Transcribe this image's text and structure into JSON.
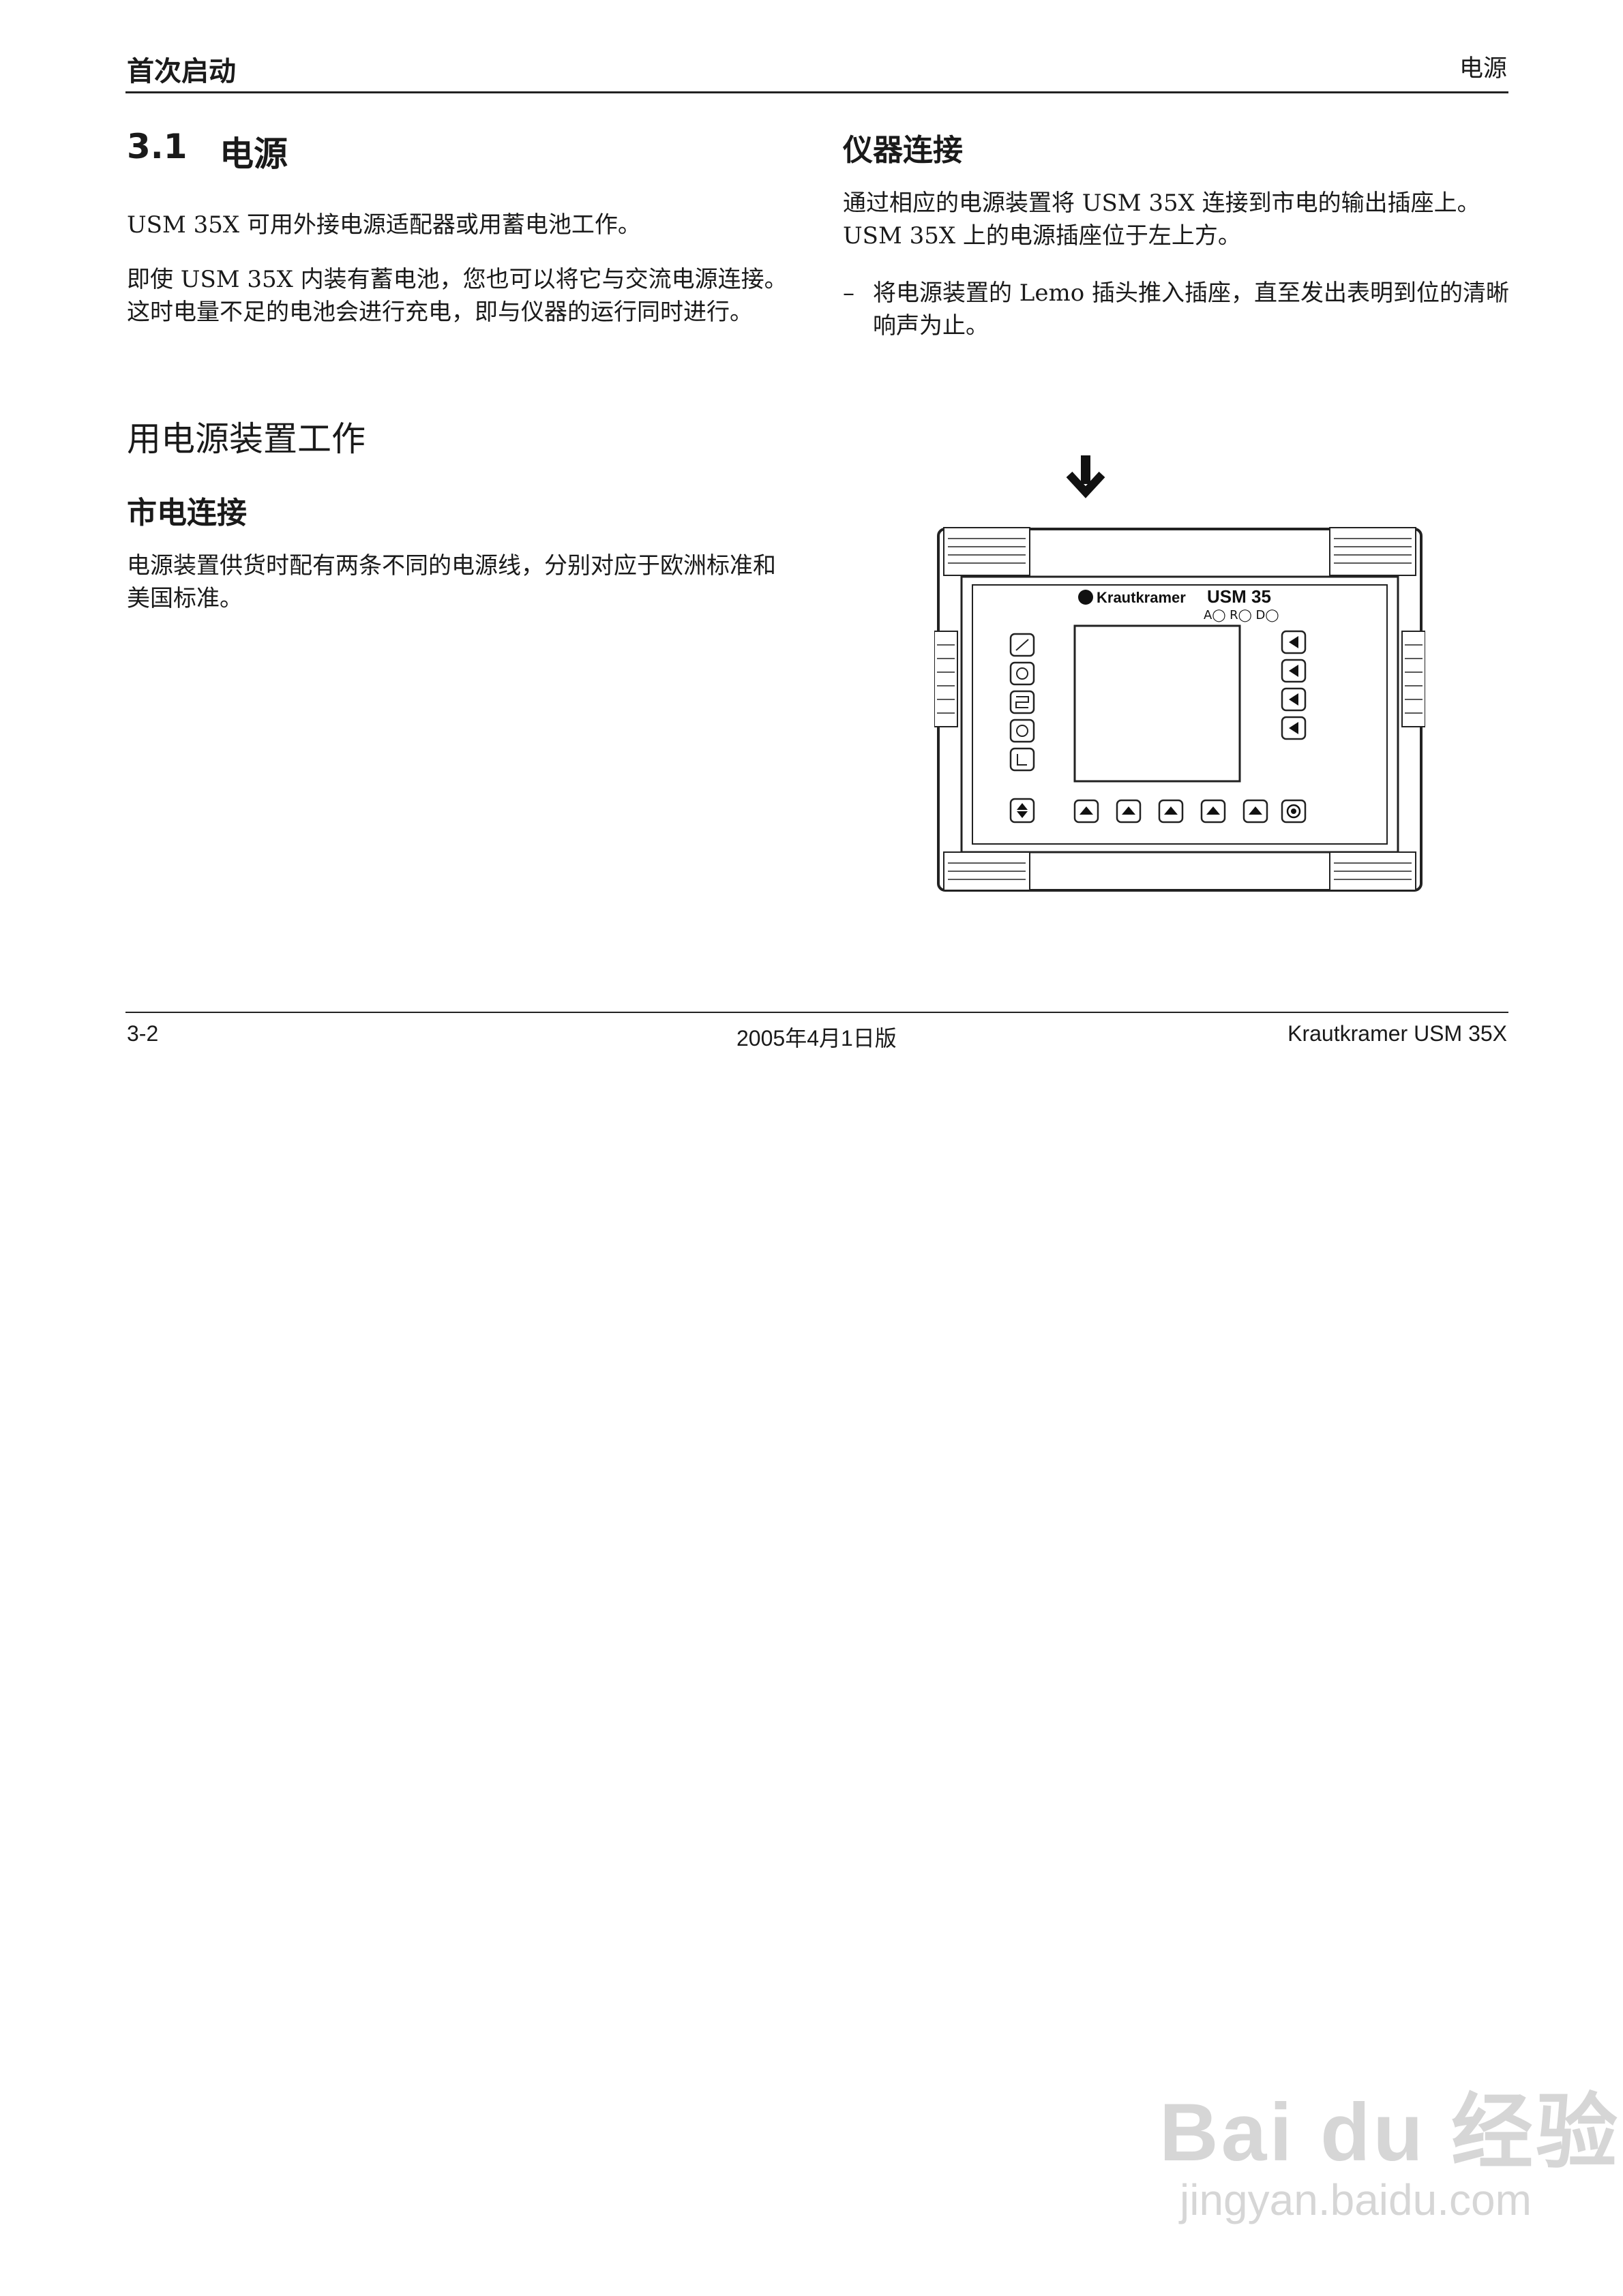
{
  "header": {
    "chapter": "首次启动",
    "section": "电源"
  },
  "section": {
    "number": "3.1",
    "title": "电源"
  },
  "left": {
    "p1": "USM 35X 可用外接电源适配器或用蓄电池工作。",
    "p2": "即使 USM 35X 内装有蓄电池，您也可以将它与交流电源连接。这时电量不足的电池会进行充电，即与仪器的运行同时进行。",
    "h2": "用电源装置工作",
    "h3": "市电连接",
    "p3": "电源装置供货时配有两条不同的电源线，分别对应于欧洲标准和美国标准。"
  },
  "right": {
    "h3": "仪器连接",
    "p1": "通过相应的电源装置将 USM 35X 连接到市电的输出插座上。USM 35X 上的电源插座位于左上方。",
    "bullet_dash": "–",
    "bullet": "将电源装置的 Lemo 插头推入插座，直至发出表明到位的清晰响声为止。"
  },
  "figure": {
    "brand": "Krautkramer",
    "model": "USM 35",
    "indicators": "A◯ R◯ D◯",
    "arrow_icon": "down-arrow-icon"
  },
  "footer": {
    "page": "3-2",
    "edition": "2005年4月1日版",
    "product": "Krautkramer  USM 35X"
  },
  "watermark": {
    "logo": "Bai du 经验",
    "url": "jingyan.baidu.com"
  }
}
